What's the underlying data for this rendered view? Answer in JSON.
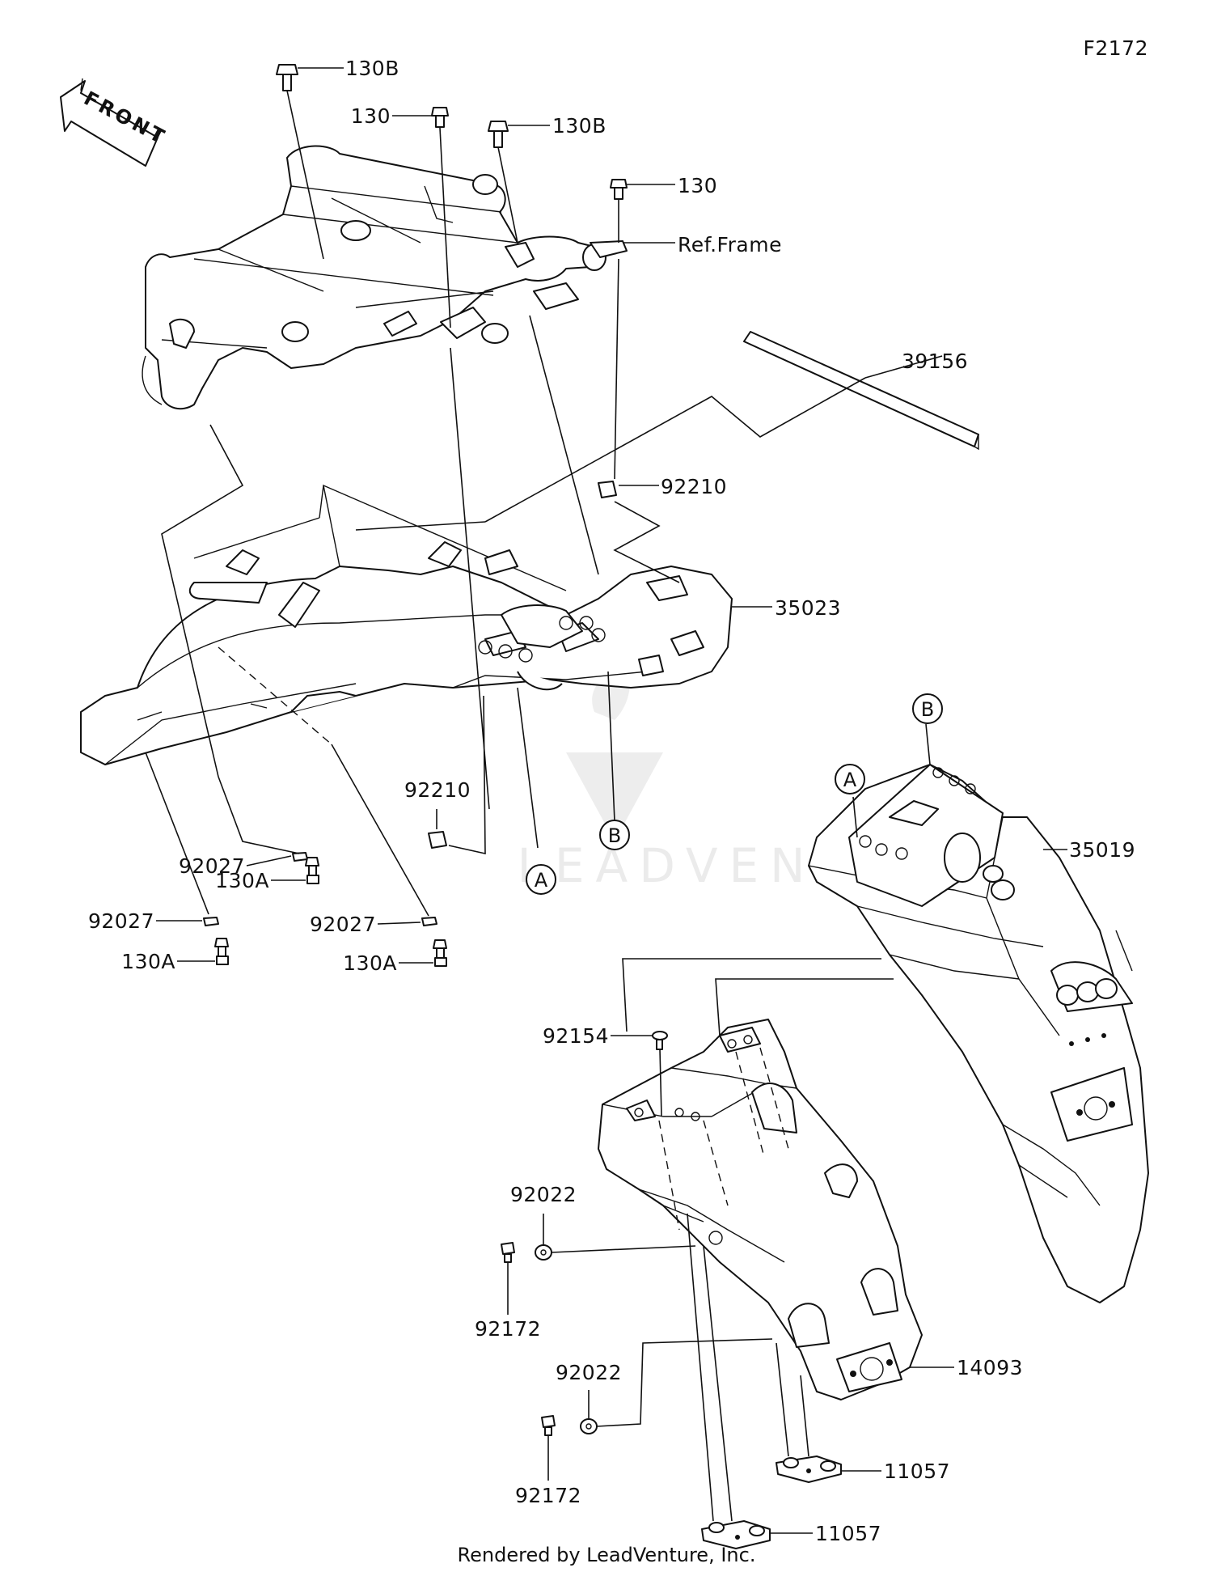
{
  "diagram_code": "F2172",
  "footer": "Rendered by LeadVenture, Inc.",
  "watermark": "LEADVENTURE",
  "front_arrow_label": "FRONT",
  "callouts": {
    "a1": "A",
    "b1": "B",
    "a2": "A",
    "b2": "B"
  },
  "parts": [
    {
      "number": "130B"
    },
    {
      "number": "130"
    },
    {
      "number": "130B"
    },
    {
      "number": "130"
    },
    {
      "number": "Ref.Frame"
    },
    {
      "number": "39156"
    },
    {
      "number": "92210"
    },
    {
      "number": "35023"
    },
    {
      "number": "92210"
    },
    {
      "number": "35019"
    },
    {
      "number": "92027"
    },
    {
      "number": "130A"
    },
    {
      "number": "92027"
    },
    {
      "number": "130A"
    },
    {
      "number": "92027"
    },
    {
      "number": "130A"
    },
    {
      "number": "92154"
    },
    {
      "number": "92022"
    },
    {
      "number": "92172"
    },
    {
      "number": "92022"
    },
    {
      "number": "92172"
    },
    {
      "number": "14093"
    },
    {
      "number": "11057"
    },
    {
      "number": "11057"
    }
  ]
}
